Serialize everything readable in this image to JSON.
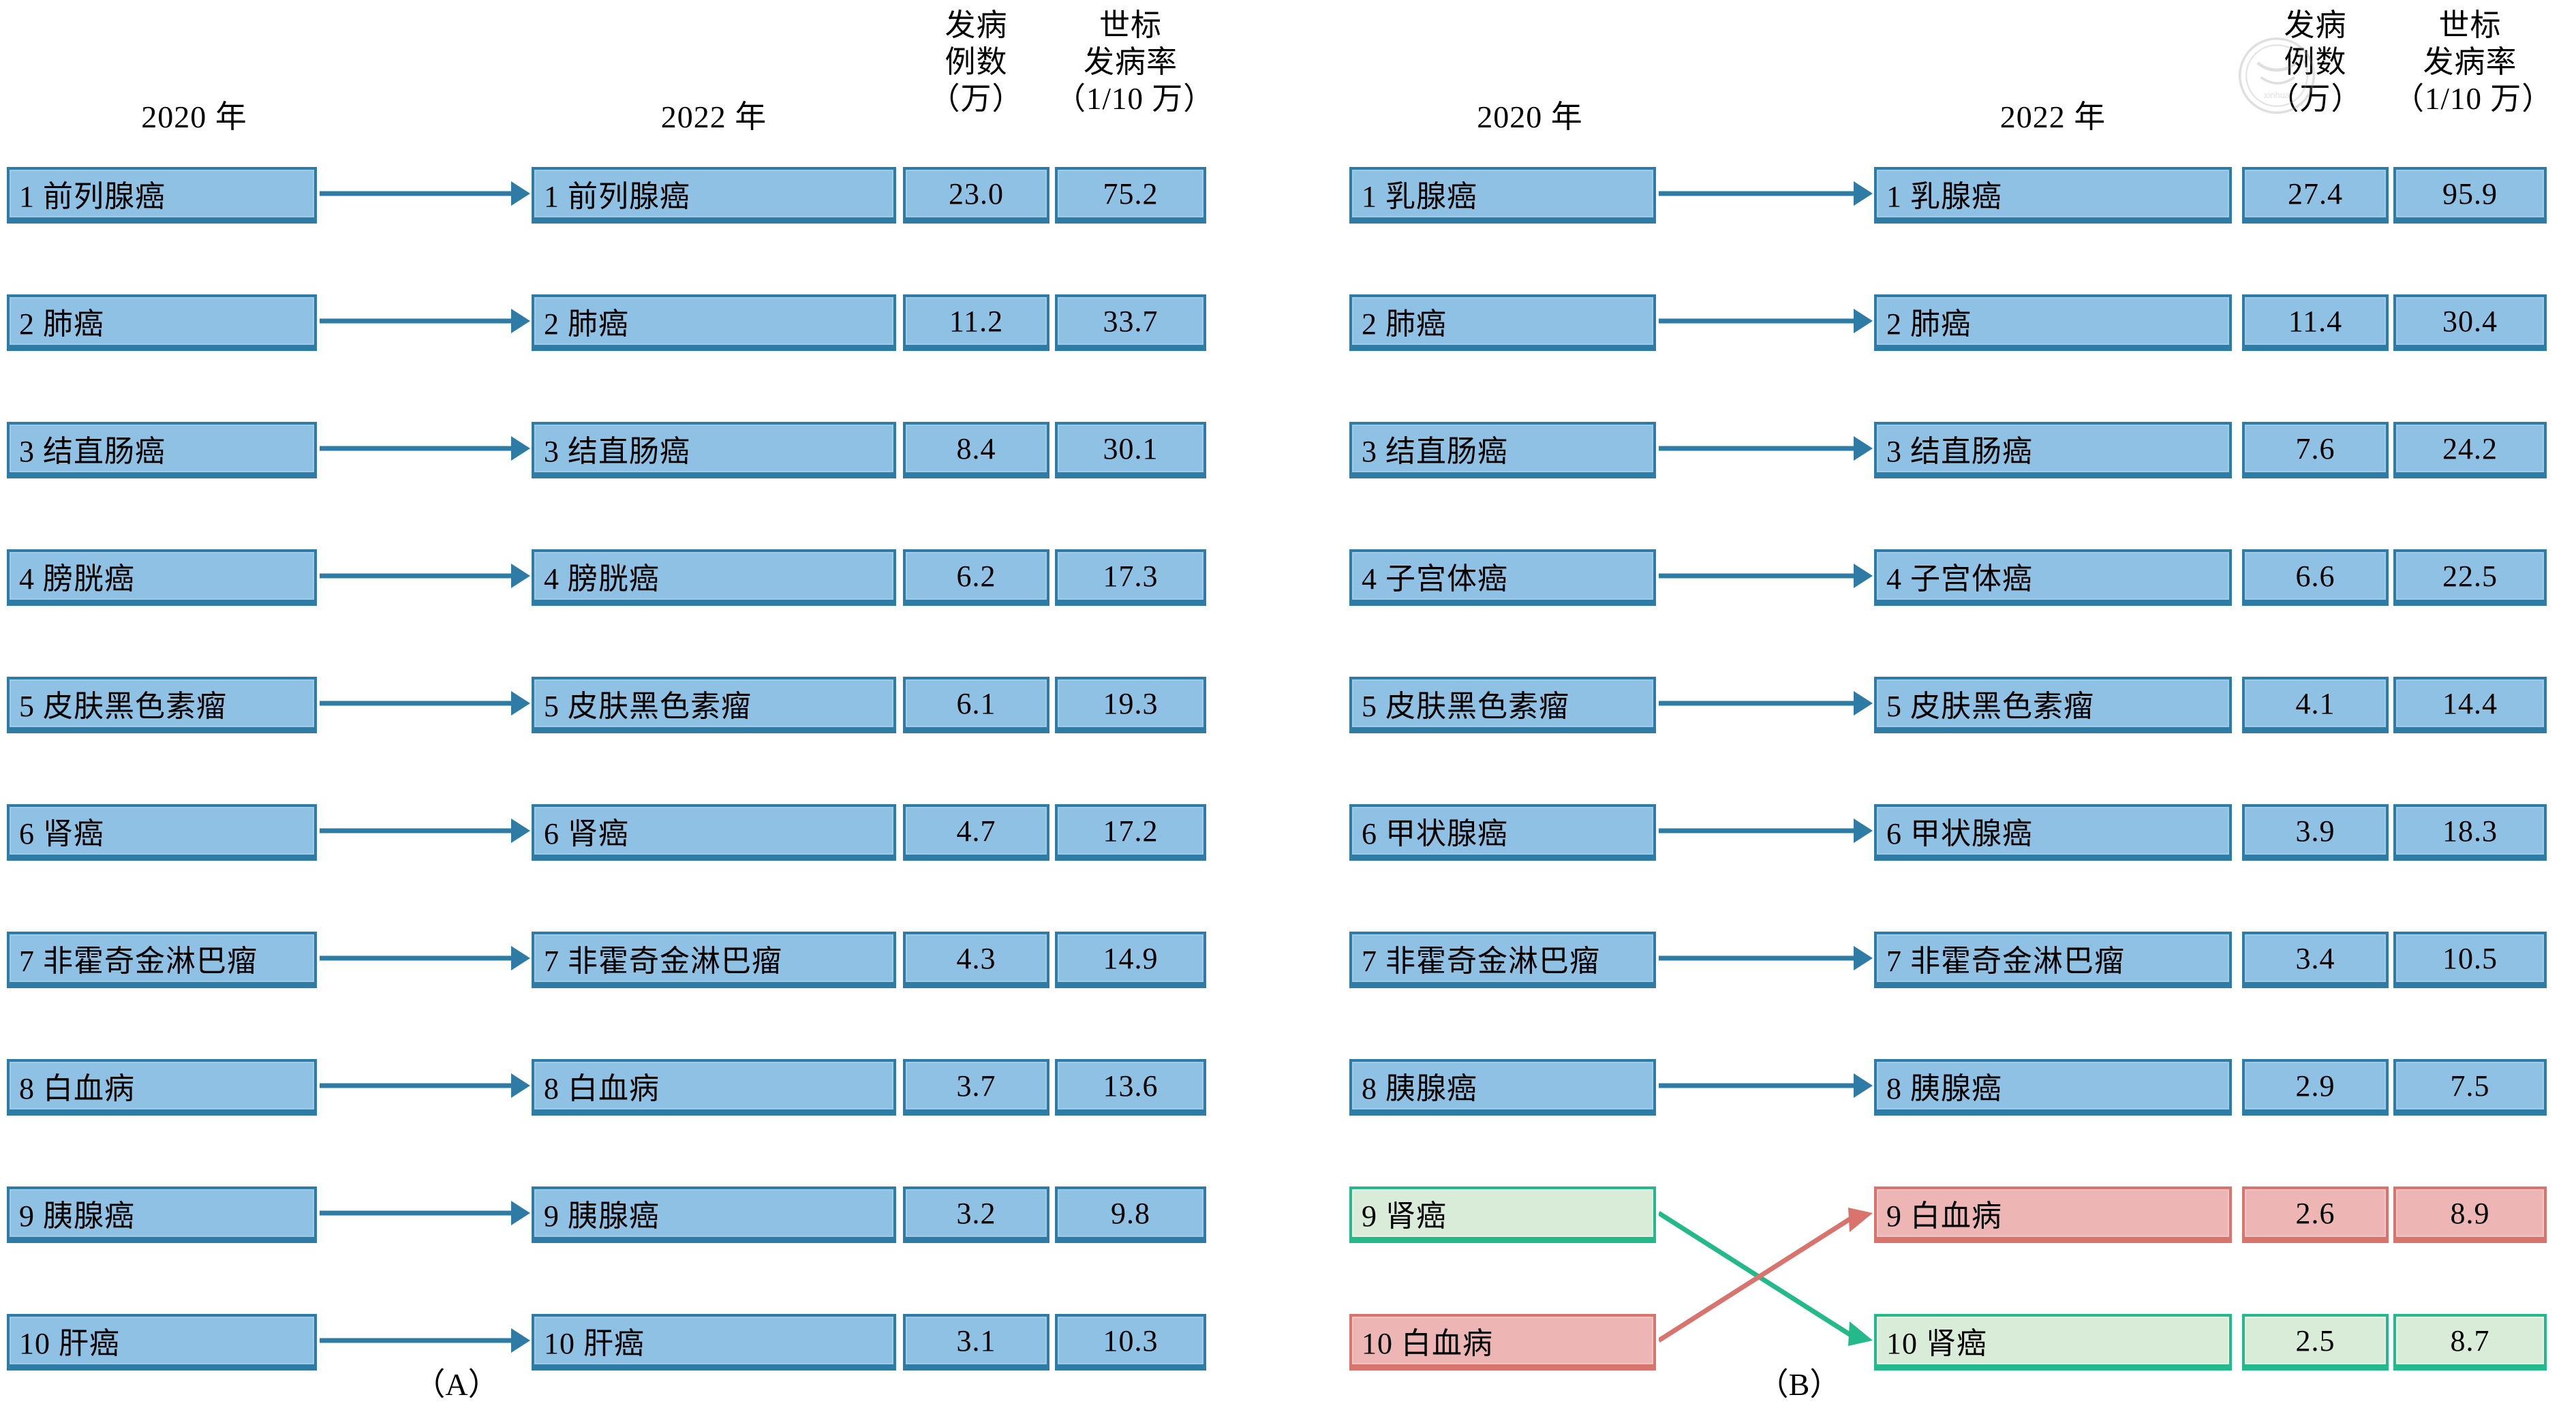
{
  "figure": {
    "captions": {
      "left": "（A）",
      "right": "（B）"
    }
  },
  "headers": {
    "year_2020": "2020 年",
    "year_2022": "2022 年",
    "cases_line1": "发病",
    "cases_line2": "例数",
    "cases_line3": "（万）",
    "asr_line1": "世标",
    "asr_line2": "发病率",
    "asr_line3": "（1/10 万）"
  },
  "chart_data": {
    "type": "table",
    "title": "2020年与2022年恶性肿瘤发病顺位比较",
    "panels": [
      {
        "id": "A",
        "caption": "（A）",
        "columns": [
          "2020 年",
          "2022 年",
          "发病例数（万）",
          "世标发病率（1/10 万）"
        ],
        "rows": [
          {
            "rank": 1,
            "year2020": "1 前列腺癌",
            "year2022": "1 前列腺癌",
            "cases": "23.0",
            "asr": "75.2",
            "style": "blue",
            "link": "straight"
          },
          {
            "rank": 2,
            "year2020": "2 肺癌",
            "year2022": "2 肺癌",
            "cases": "11.2",
            "asr": "33.7",
            "style": "blue",
            "link": "straight"
          },
          {
            "rank": 3,
            "year2020": "3 结直肠癌",
            "year2022": "3 结直肠癌",
            "cases": "8.4",
            "asr": "30.1",
            "style": "blue",
            "link": "straight"
          },
          {
            "rank": 4,
            "year2020": "4 膀胱癌",
            "year2022": "4 膀胱癌",
            "cases": "6.2",
            "asr": "17.3",
            "style": "blue",
            "link": "straight"
          },
          {
            "rank": 5,
            "year2020": "5 皮肤黑色素瘤",
            "year2022": "5 皮肤黑色素瘤",
            "cases": "6.1",
            "asr": "19.3",
            "style": "blue",
            "link": "straight"
          },
          {
            "rank": 6,
            "year2020": "6 肾癌",
            "year2022": "6 肾癌",
            "cases": "4.7",
            "asr": "17.2",
            "style": "blue",
            "link": "straight"
          },
          {
            "rank": 7,
            "year2020": "7 非霍奇金淋巴瘤",
            "year2022": "7 非霍奇金淋巴瘤",
            "cases": "4.3",
            "asr": "14.9",
            "style": "blue",
            "link": "straight"
          },
          {
            "rank": 8,
            "year2020": "8 白血病",
            "year2022": "8 白血病",
            "cases": "3.7",
            "asr": "13.6",
            "style": "blue",
            "link": "straight"
          },
          {
            "rank": 9,
            "year2020": "9 胰腺癌",
            "year2022": "9 胰腺癌",
            "cases": "3.2",
            "asr": "9.8",
            "style": "blue",
            "link": "straight"
          },
          {
            "rank": 10,
            "year2020": "10 肝癌",
            "year2022": "10 肝癌",
            "cases": "3.1",
            "asr": "10.3",
            "style": "blue",
            "link": "straight"
          }
        ]
      },
      {
        "id": "B",
        "caption": "（B）",
        "columns": [
          "2020 年",
          "2022 年",
          "发病例数（万）",
          "世标发病率（1/10 万）"
        ],
        "rows": [
          {
            "rank": 1,
            "year2020": "1 乳腺癌",
            "year2022": "1 乳腺癌",
            "cases": "27.4",
            "asr": "95.9",
            "style": "blue",
            "link": "straight"
          },
          {
            "rank": 2,
            "year2020": "2 肺癌",
            "year2022": "2 肺癌",
            "cases": "11.4",
            "asr": "30.4",
            "style": "blue",
            "link": "straight"
          },
          {
            "rank": 3,
            "year2020": "3 结直肠癌",
            "year2022": "3 结直肠癌",
            "cases": "7.6",
            "asr": "24.2",
            "style": "blue",
            "link": "straight"
          },
          {
            "rank": 4,
            "year2020": "4 子宫体癌",
            "year2022": "4 子宫体癌",
            "cases": "6.6",
            "asr": "22.5",
            "style": "blue",
            "link": "straight"
          },
          {
            "rank": 5,
            "year2020": "5 皮肤黑色素瘤",
            "year2022": "5 皮肤黑色素瘤",
            "cases": "4.1",
            "asr": "14.4",
            "style": "blue",
            "link": "straight"
          },
          {
            "rank": 6,
            "year2020": "6 甲状腺癌",
            "year2022": "6 甲状腺癌",
            "cases": "3.9",
            "asr": "18.3",
            "style": "blue",
            "link": "straight"
          },
          {
            "rank": 7,
            "year2020": "7 非霍奇金淋巴瘤",
            "year2022": "7 非霍奇金淋巴瘤",
            "cases": "3.4",
            "asr": "10.5",
            "style": "blue",
            "link": "straight"
          },
          {
            "rank": 8,
            "year2020": "8 胰腺癌",
            "year2022": "8 胰腺癌",
            "cases": "2.9",
            "asr": "7.5",
            "style": "blue",
            "link": "straight"
          },
          {
            "rank": 9,
            "year2020": "9 肾癌",
            "year2022": "9 白血病",
            "cases": "2.6",
            "asr": "8.9",
            "style2020": "green",
            "style2022": "red",
            "link": "cross-down"
          },
          {
            "rank": 10,
            "year2020": "10 白血病",
            "year2022": "10 肾癌",
            "cases": "2.5",
            "asr": "8.7",
            "style2020": "red",
            "style2022": "green",
            "link": "cross-up"
          }
        ]
      }
    ],
    "colors": {
      "box_blue_fill": "#8ec1e3",
      "box_blue_border": "#2e7ca6",
      "box_green_fill": "#d8ecd7",
      "box_green_border": "#23b98b",
      "box_red_fill": "#edb6b4",
      "box_red_border": "#d9736e",
      "arrow_blue": "#2e7ca6",
      "arrow_green": "#23b98b",
      "arrow_red": "#d9736e"
    }
  }
}
